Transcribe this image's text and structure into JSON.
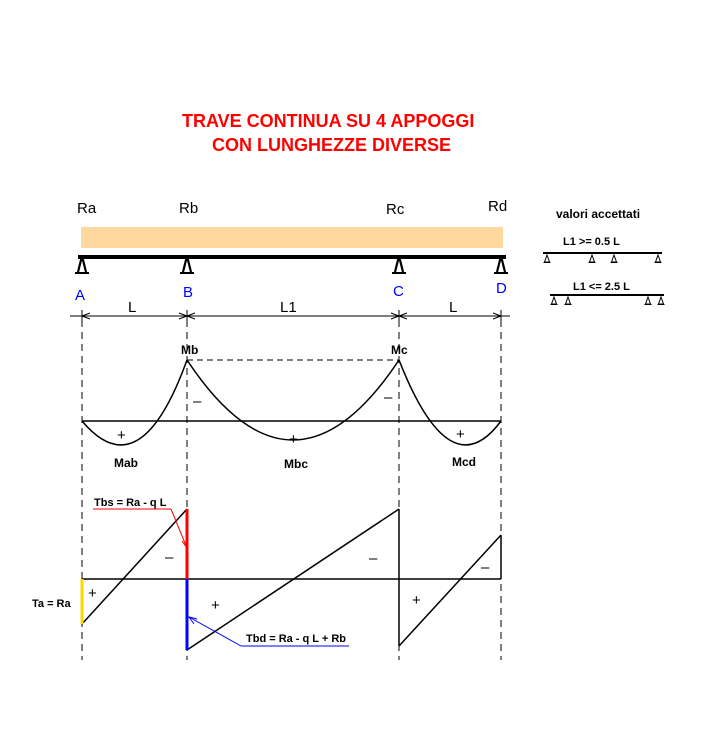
{
  "title": {
    "line1": "TRAVE CONTINUA SU  4  APPOGGI",
    "line2": "CON LUNGHEZZE DIVERSE"
  },
  "colors": {
    "title": "#ff0000",
    "beam_load": "#ffd8a0",
    "node_labels": "#0000ff",
    "shear_a": "#ffd700",
    "shear_b_left": "#ff0000",
    "shear_b_right": "#0000ff"
  },
  "reactions": {
    "ra": "Ra",
    "rb": "Rb",
    "rc": "Rc",
    "rd": "Rd"
  },
  "nodes": {
    "a": "A",
    "b": "B",
    "c": "C",
    "d": "D"
  },
  "spans": {
    "ab": "L",
    "bc": "L1",
    "cd": "L"
  },
  "moment": {
    "mb": "Mb",
    "mc": "Mc",
    "mab": "Mab",
    "mbc": "Mbc",
    "mcd": "Mcd",
    "plus": "+",
    "minus": "–"
  },
  "shear": {
    "tbs": "Tbs = Ra - q L",
    "tbd": "Tbd = Ra - q L + Rb",
    "ta": "Ta = Ra",
    "plus": "+",
    "minus": "–"
  },
  "side_panel": {
    "heading": "valori accettati",
    "case1": "L1 >= 0.5 L",
    "case2": "L1 <= 2.5 L"
  },
  "support_icon": "triangle-support-icon"
}
